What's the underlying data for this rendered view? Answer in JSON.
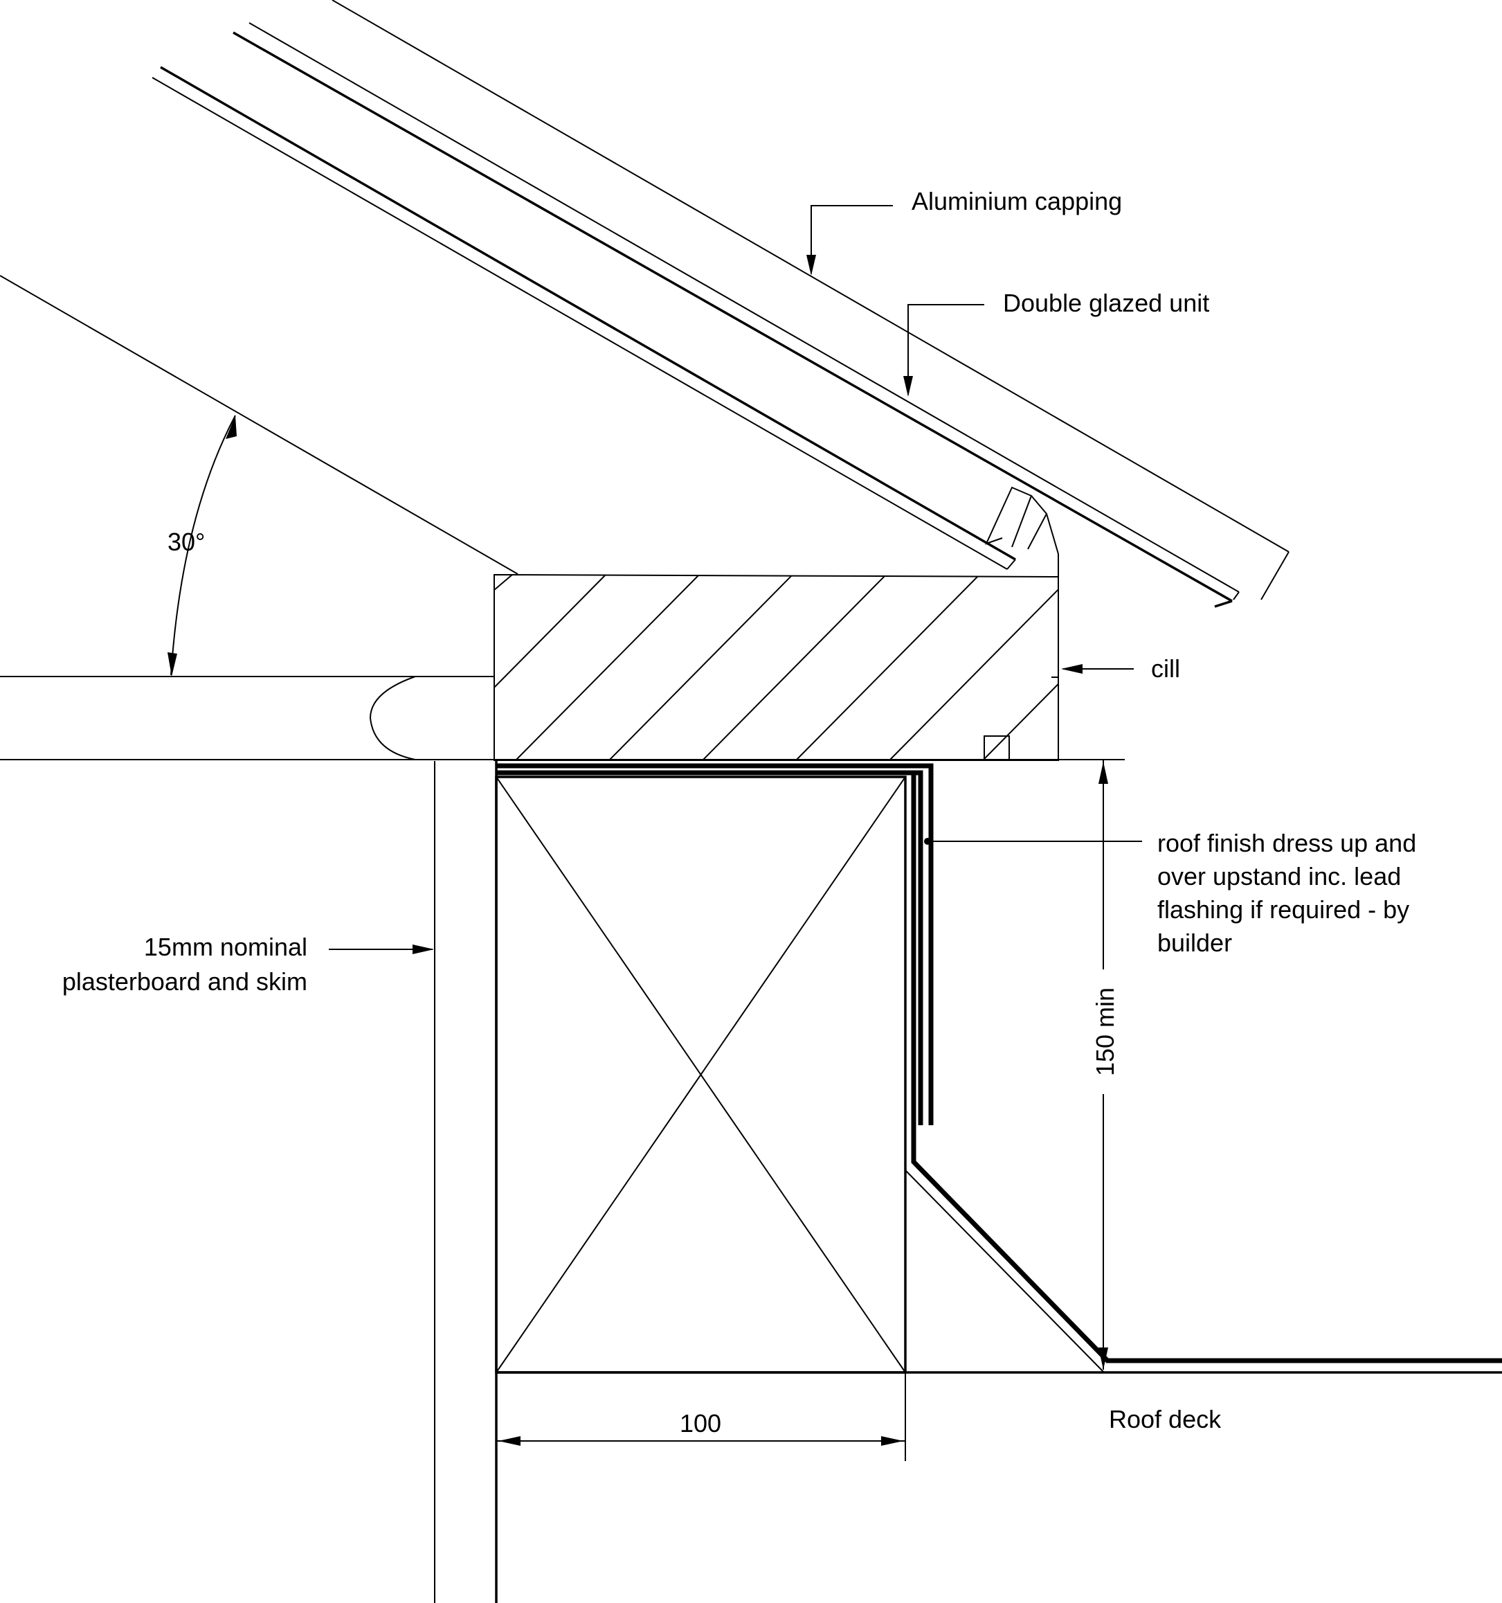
{
  "labels": {
    "aluminium_capping": "Aluminium capping",
    "double_glazed_unit": "Double glazed unit",
    "cill": "cill",
    "roof_finish": [
      "roof finish dress up and",
      "over upstand inc. lead",
      "flashing if required - by",
      "builder"
    ],
    "plasterboard": [
      "15mm nominal",
      "plasterboard and skim"
    ],
    "roof_deck": "Roof deck"
  },
  "dimensions": {
    "angle": "30°",
    "upstand_height": "150 min",
    "upstand_width": "100"
  }
}
